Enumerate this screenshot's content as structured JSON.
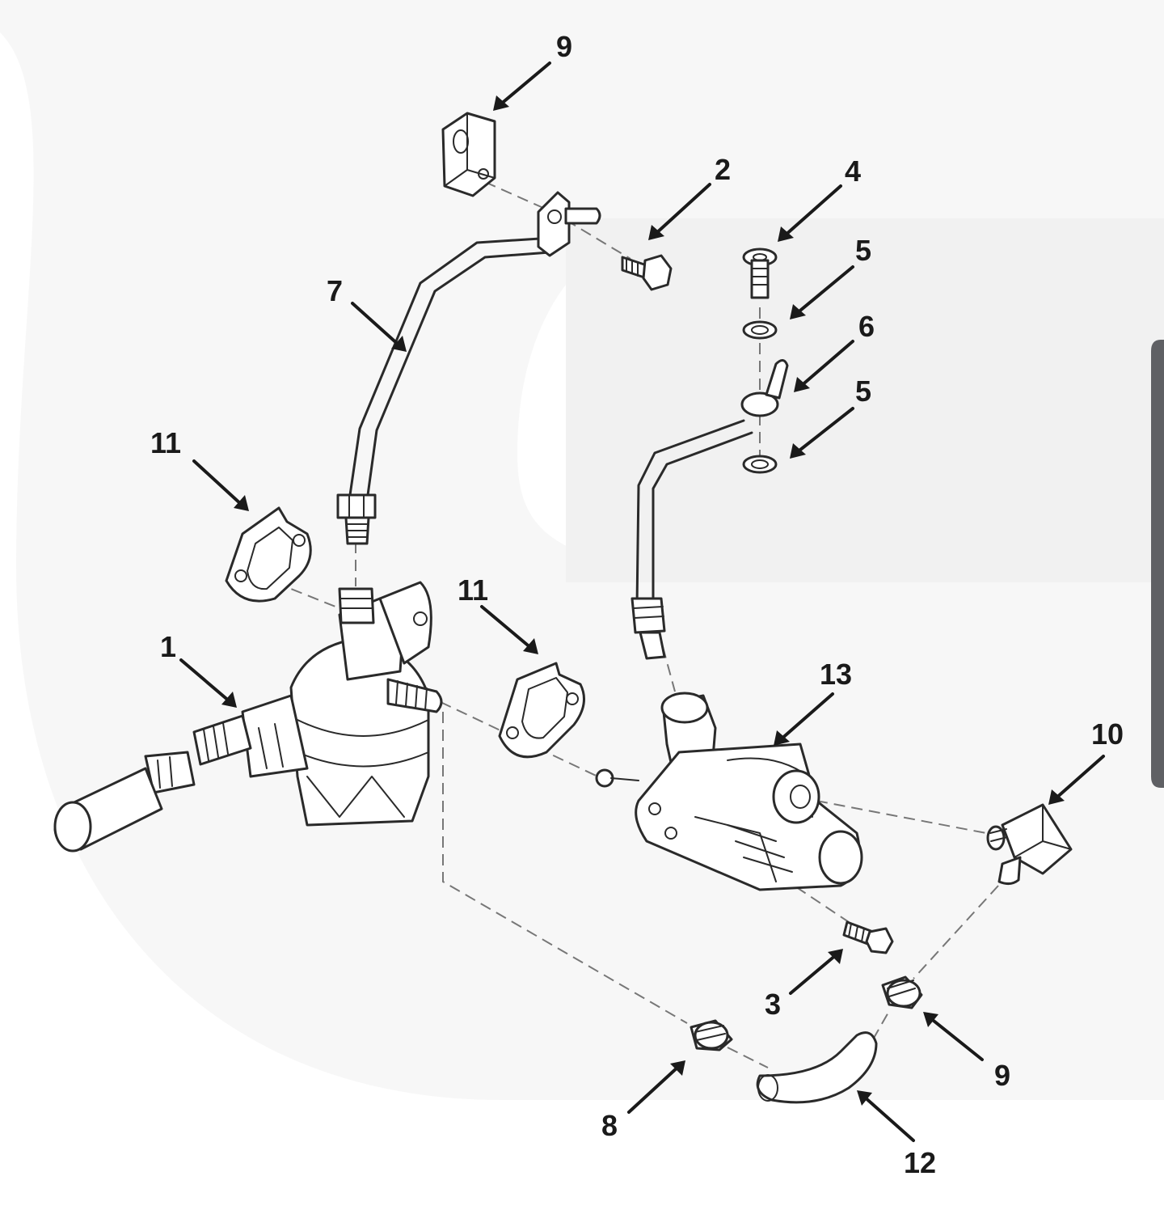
{
  "diagram": {
    "callouts": [
      {
        "id": "c1",
        "text": "1"
      },
      {
        "id": "c2",
        "text": "2"
      },
      {
        "id": "c3",
        "text": "3"
      },
      {
        "id": "c4",
        "text": "4"
      },
      {
        "id": "c5a",
        "text": "5"
      },
      {
        "id": "c5b",
        "text": "5"
      },
      {
        "id": "c6",
        "text": "6"
      },
      {
        "id": "c7",
        "text": "7"
      },
      {
        "id": "c8",
        "text": "8"
      },
      {
        "id": "c9a",
        "text": "9"
      },
      {
        "id": "c9b",
        "text": "9"
      },
      {
        "id": "c10",
        "text": "10"
      },
      {
        "id": "c11a",
        "text": "11"
      },
      {
        "id": "c11b",
        "text": "11"
      },
      {
        "id": "c12",
        "text": "12"
      },
      {
        "id": "c13",
        "text": "13"
      }
    ],
    "colors": {
      "line": "#2a2a2a",
      "watermark": "#f1f1f1",
      "side_tab": "#5f6064",
      "background": "#ffffff"
    }
  }
}
